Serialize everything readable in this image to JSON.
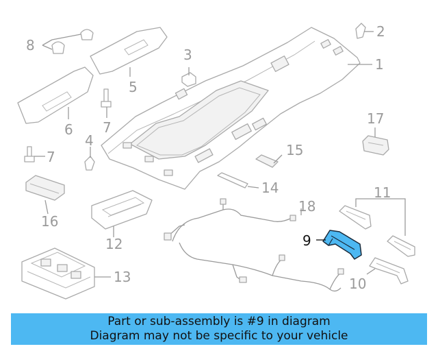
{
  "callouts": {
    "c1": "1",
    "c2": "2",
    "c3": "3",
    "c4": "4",
    "c5": "5",
    "c6": "6",
    "c7a": "7",
    "c7b": "7",
    "c8": "8",
    "c9": "9",
    "c10": "10",
    "c11": "11",
    "c12": "12",
    "c13": "13",
    "c14": "14",
    "c15": "15",
    "c16": "16",
    "c17": "17",
    "c18": "18"
  },
  "highlighted_part": "9",
  "colors": {
    "highlight": "#4db8f2",
    "banner": "#4db8f2",
    "line_art": "#a9a9a9"
  },
  "banner": {
    "line1": "Part or sub-assembly is #9 in diagram",
    "line2": "Diagram may not be specific to your vehicle"
  }
}
